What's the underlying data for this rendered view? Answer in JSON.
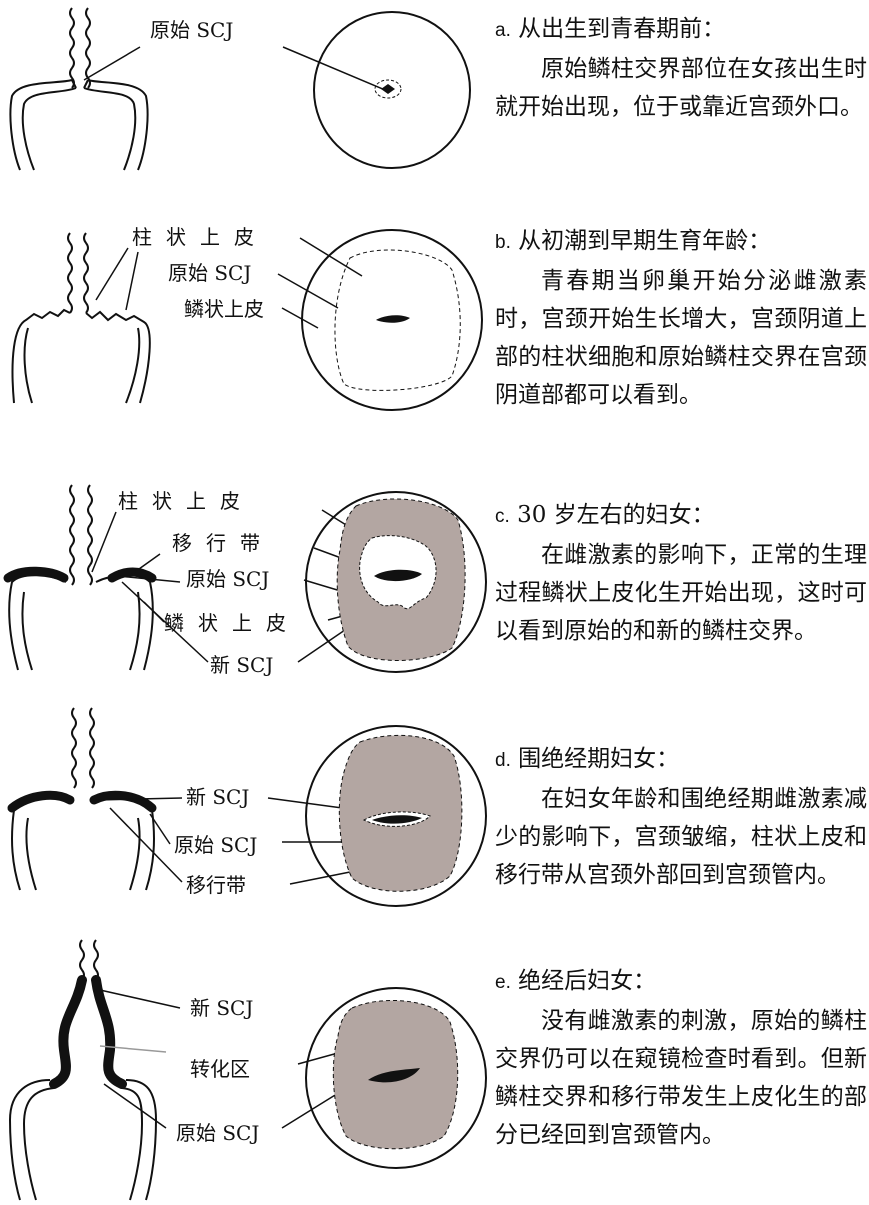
{
  "colors": {
    "tissue": "#b3a6a2",
    "stroke": "#111111"
  },
  "panels": {
    "a": {
      "letter": "a.",
      "heading": "从出生到青春期前：",
      "body": "原始鳞柱交界部位在女孩出生时就开始出现，位于或靠近宫颈外口。",
      "labels": {
        "original_scj": "原始 SCJ"
      }
    },
    "b": {
      "letter": "b.",
      "heading": "从初潮到早期生育年龄：",
      "body": "青春期当卵巢开始分泌雌激素时，宫颈开始生长增大，宫颈阴道上部的柱状细胞和原始鳞柱交界在宫颈阴道部都可以看到。",
      "labels": {
        "columnar": "柱状上皮",
        "original_scj": "原始 SCJ",
        "squamous": "鳞状上皮"
      }
    },
    "c": {
      "letter": "c.",
      "heading": "30 岁左右的妇女：",
      "body": "在雌激素的影响下，正常的生理过程鳞状上皮化生开始出现，这时可以看到原始的和新的鳞柱交界。",
      "labels": {
        "columnar": "柱状上皮",
        "transformation": "移行带",
        "original_scj": "原始 SCJ",
        "squamous": "鳞状上皮",
        "new_scj": "新 SCJ"
      }
    },
    "d": {
      "letter": "d.",
      "heading": "围绝经期妇女：",
      "body": "在妇女年龄和围绝经期雌激素减少的影响下，宫颈皱缩，柱状上皮和移行带从宫颈外部回到宫颈管内。",
      "labels": {
        "new_scj": "新 SCJ",
        "original_scj": "原始 SCJ",
        "transformation": "移行带"
      }
    },
    "e": {
      "letter": "e.",
      "heading": "绝经后妇女：",
      "body": "没有雌激素的刺激，原始的鳞柱交界仍可以在窥镜检查时看到。但新鳞柱交界和移行带发生上皮化生的部分已经回到宫颈管内。",
      "labels": {
        "new_scj": "新 SCJ",
        "transformation_zone": "转化区",
        "original_scj": "原始 SCJ"
      }
    }
  }
}
